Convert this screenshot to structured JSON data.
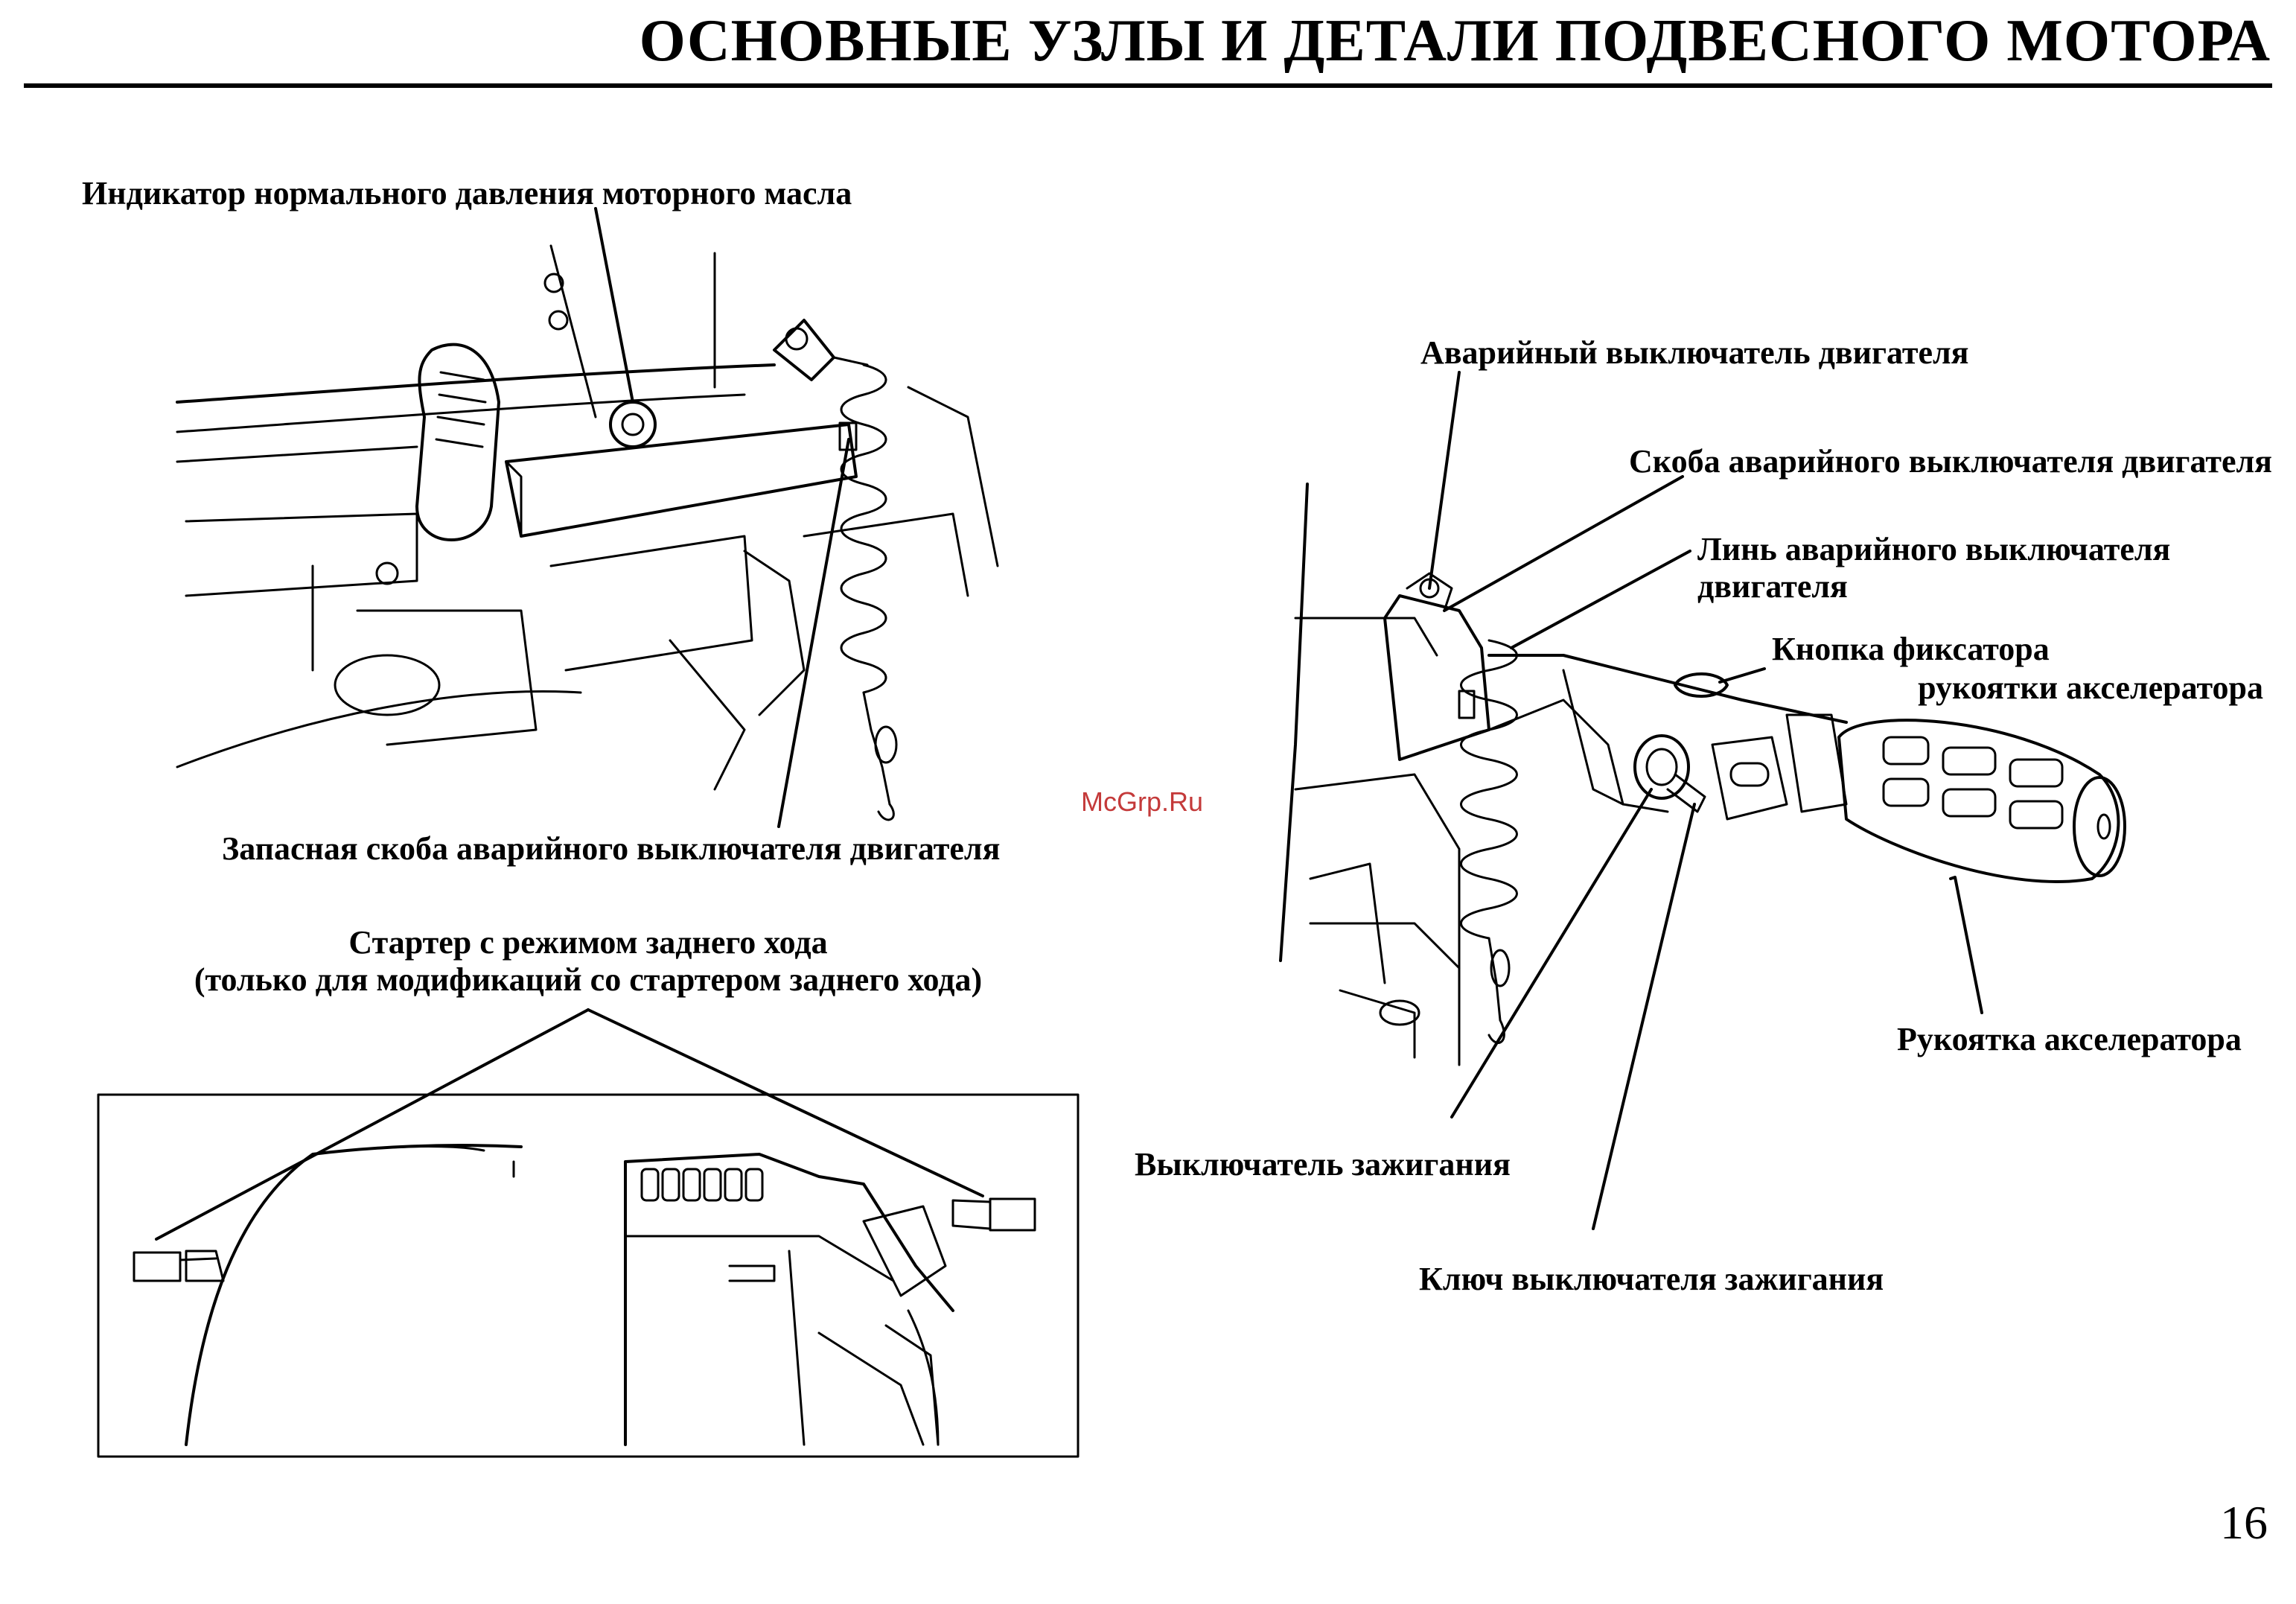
{
  "title": "ОСНОВНЫЕ УЗЛЫ И ДЕТАЛИ ПОДВЕСНОГО МОТОРА",
  "labels": {
    "oil_indicator": "Индикатор нормального давления моторного масла",
    "spare_clip": "Запасная скоба аварийного выключателя двигателя",
    "starter_line1": "Стартер с режимом заднего хода",
    "starter_line2": "(только для модификаций со стартером заднего хода)",
    "kill_switch": "Аварийный выключатель двигателя",
    "kill_clip": "Скоба аварийного выключателя двигателя",
    "lanyard_line1": "Линь аварийного выключателя",
    "lanyard_line2": "двигателя",
    "lock_button_line1": "Кнопка фиксатора",
    "lock_button_line2": "рукоятки акселератора",
    "throttle_grip": "Рукоятка акселератора",
    "ignition_switch": "Выключатель зажигания",
    "ignition_key": "Ключ выключателя зажигания"
  },
  "watermark": "McGrp.Ru",
  "page_number": "16"
}
